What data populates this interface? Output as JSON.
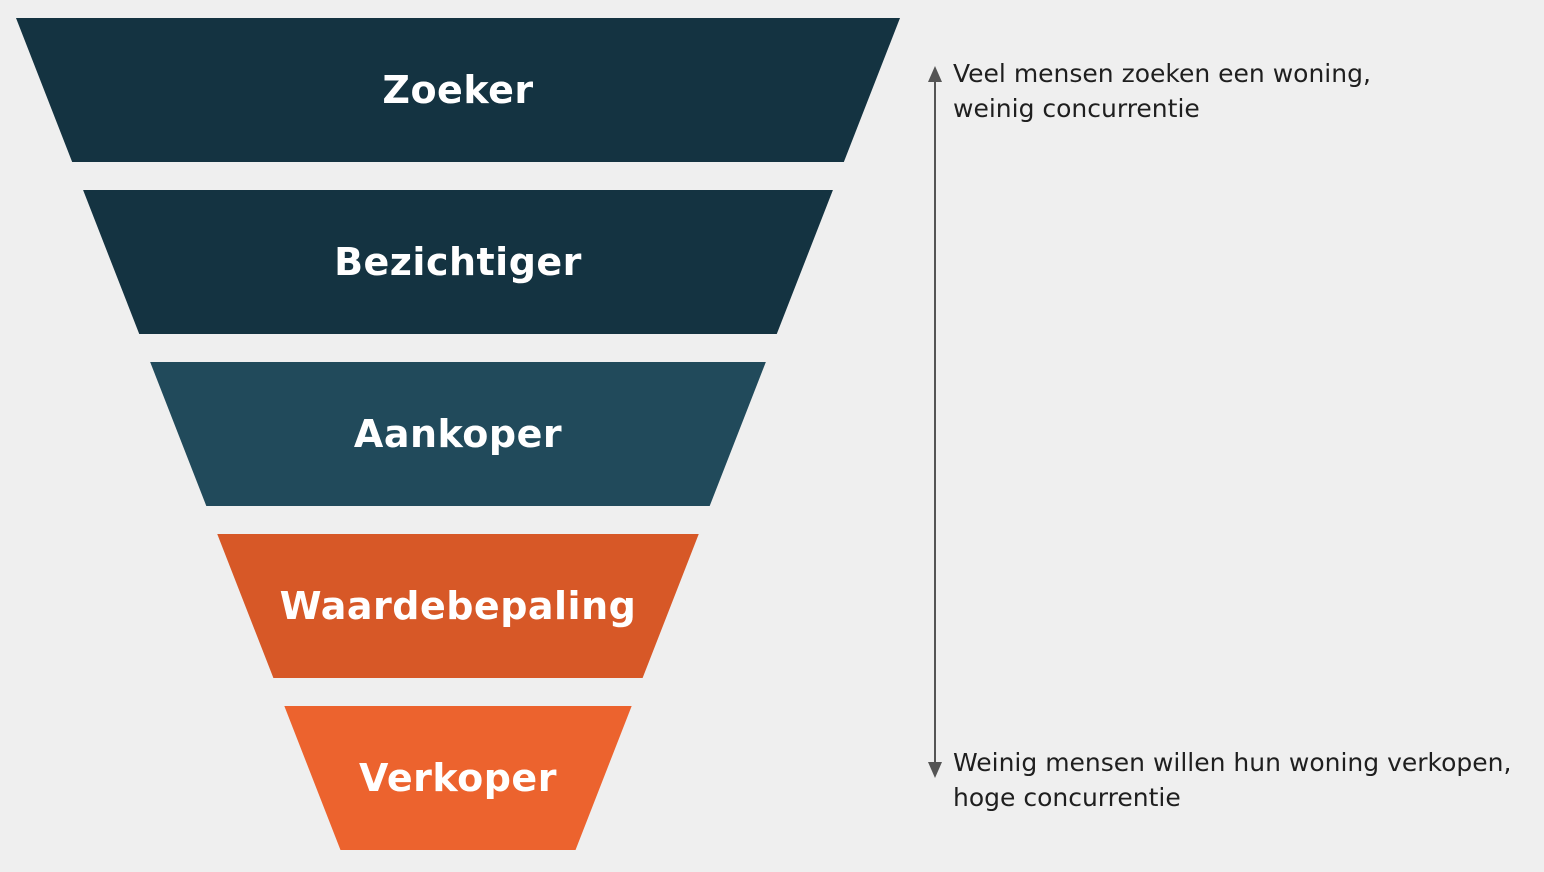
{
  "colors": {
    "background": "#efefef",
    "dark_navy": "#143341",
    "teal_navy": "#214a5b",
    "dark_orange": "#d75827",
    "orange": "#ec632e",
    "axis": "#555555"
  },
  "stages": [
    {
      "label": "Zoeker",
      "color": "#143341"
    },
    {
      "label": "Bezichtiger",
      "color": "#143341"
    },
    {
      "label": "Aankoper",
      "color": "#214a5b"
    },
    {
      "label": "Waardebepaling",
      "color": "#d75827"
    },
    {
      "label": "Verkoper",
      "color": "#ec632e"
    }
  ],
  "annotations": {
    "top": {
      "line1": "Veel mensen zoeken een woning,",
      "line2": "weinig concurrentie"
    },
    "bottom": {
      "line1": "Weinig mensen willen hun woning verkopen,",
      "line2": "hoge concurrentie"
    }
  }
}
